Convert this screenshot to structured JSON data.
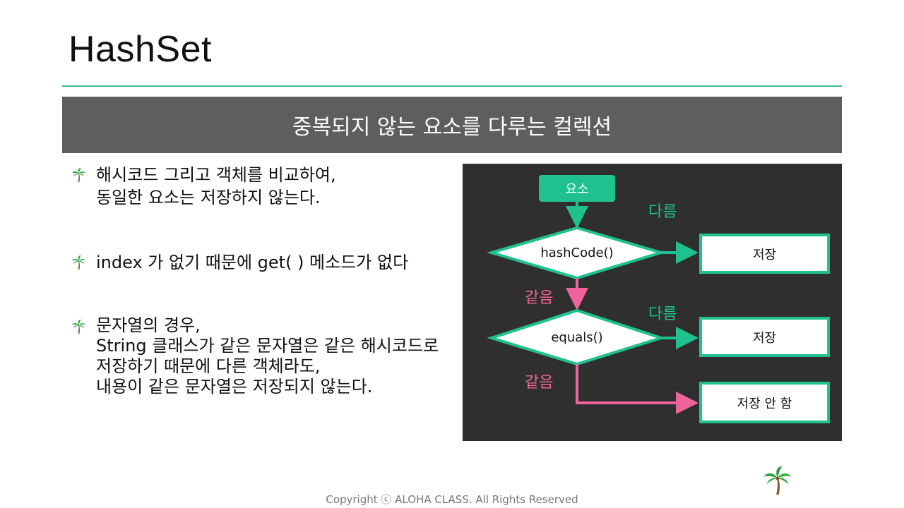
{
  "slide": {
    "title": "HashSet",
    "banner": "중복되지 않는 요소를 다루는 컬렉션",
    "bullets": [
      {
        "icon": "palm-tree-icon",
        "lines": [
          "해시코드 그리고 객체를 비교하여,",
          "동일한 요소는 저장하지 않는다."
        ]
      },
      {
        "icon": "palm-tree-icon",
        "lines": [
          "index 가 없기 때문에 get( ) 메소드가 없다"
        ]
      },
      {
        "icon": "palm-tree-icon",
        "lines": [
          "문자열의 경우,",
          "String 클래스가 같은 문자열은 같은 해시코드로",
          "저장하기 때문에 다른 객체라도,",
          "내용이 같은 문자열은 저장되지 않는다."
        ]
      }
    ],
    "footer": "Copyright ⓒ ALOHA CLASS. All Rights Reserved"
  },
  "diagram": {
    "start": "요소",
    "decision1": "hashCode()",
    "decision2": "equals()",
    "store1": "저장",
    "store2": "저장",
    "no_store": "저장 안 함",
    "diff_label_1": "다름",
    "diff_label_2": "다름",
    "same_label_1": "같음",
    "same_label_2": "같음"
  },
  "colors": {
    "accent_green": "#1fc28f",
    "accent_pink": "#f0649b",
    "banner_gray": "#5f5e5e",
    "diagram_bg": "#2f2f2f"
  }
}
